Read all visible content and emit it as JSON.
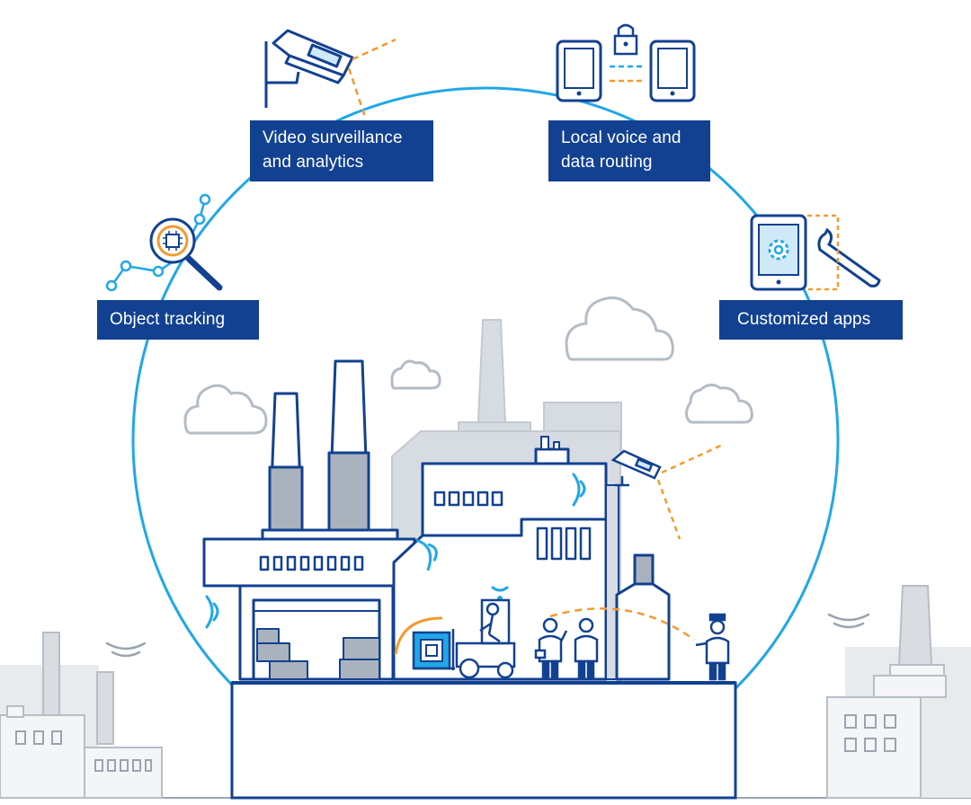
{
  "labels": {
    "video": {
      "line1": "Video surveillance",
      "line2": "and analytics"
    },
    "voice": {
      "line1": "Local voice and",
      "line2": "data routing"
    },
    "tracking": {
      "line1": "Object tracking"
    },
    "apps": {
      "line1": "Customized apps"
    }
  },
  "icons": {
    "video": "security-camera-icon",
    "voice": "tablets-with-lock-icon",
    "tracking": "magnifier-with-chip-icon",
    "apps": "tablet-with-gear-and-wrench-icon"
  },
  "colors": {
    "navy": "#124191",
    "circle": "#21a7e8",
    "accent_orange": "#f39a2f",
    "light_gray": "#d3d8de",
    "mid_gray": "#aab3bd",
    "cloud_stroke": "#b4bcc5"
  }
}
